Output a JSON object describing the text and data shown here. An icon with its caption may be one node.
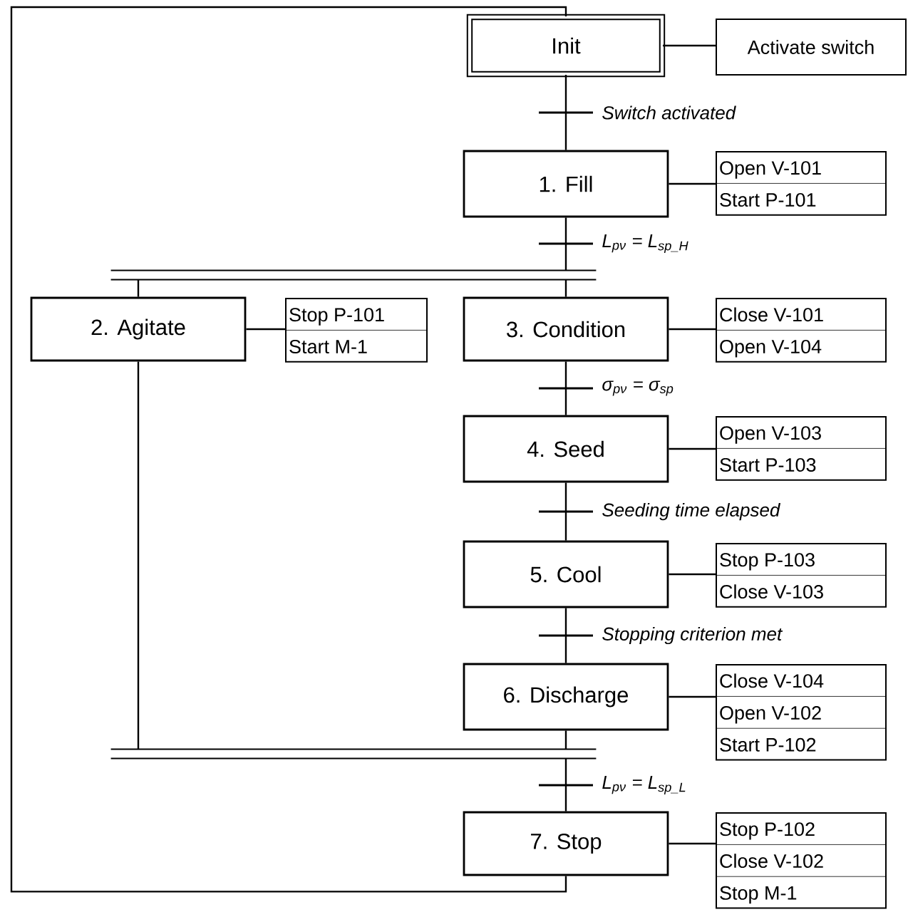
{
  "diagram": {
    "nodes": [
      {
        "text": [
          "Init"
        ]
      },
      {
        "text": [
          "Activate switch"
        ]
      },
      {
        "text": [
          "1. Fill"
        ]
      },
      {
        "text": [
          "Open V-101",
          "Start P-101"
        ]
      },
      {
        "text": [],
        "shape": "bar"
      },
      {
        "text": [
          "2. Agitate"
        ]
      },
      {
        "text": [
          "Stop P-101",
          "Start M-1"
        ]
      },
      {
        "text": [
          "3. Condition"
        ]
      },
      {
        "text": [
          "Close V-101",
          "Open V-104"
        ]
      },
      {
        "text": [
          "4. Seed"
        ]
      },
      {
        "text": [
          "Open V-103",
          "Start P-103"
        ]
      },
      {
        "text": [
          "5. Cool"
        ]
      },
      {
        "text": [
          "Stop P-103",
          "Close V-103"
        ]
      },
      {
        "text": [
          "6. Discharge"
        ]
      },
      {
        "text": [
          "Close V-104",
          "Open V-102",
          "Start P-102"
        ]
      },
      {
        "text": [],
        "shape": "bar"
      },
      {
        "text": [
          "7. Stop"
        ]
      },
      {
        "text": [
          "Stop P-102",
          "Close V-102",
          "Stop M-1"
        ]
      }
    ],
    "edges": [
      {
        "from": 0,
        "to": 1,
        "arrow": "none"
      },
      {
        "from": 0,
        "to": 2,
        "arrow": "none",
        "label": "Switch activated"
      },
      {
        "from": 2,
        "to": 3,
        "arrow": "none"
      },
      {
        "from": 2,
        "to": 4,
        "arrow": "none",
        "label": "L$_{pν}$ = L$_{sp_H}$"
      },
      {
        "from": 4,
        "to": 5,
        "arrow": "none"
      },
      {
        "from": 4,
        "to": 7,
        "arrow": "none"
      },
      {
        "from": 5,
        "to": 6,
        "arrow": "none"
      },
      {
        "from": 7,
        "to": 8,
        "arrow": "none"
      },
      {
        "from": 7,
        "to": 9,
        "arrow": "none",
        "label": "σ$_{pν}$ = σ$_{sp}$"
      },
      {
        "from": 9,
        "to": 10,
        "arrow": "none"
      },
      {
        "from": 9,
        "to": 11,
        "arrow": "none",
        "label": "Seeding time elapsed"
      },
      {
        "from": 11,
        "to": 12,
        "arrow": "none"
      },
      {
        "from": 11,
        "to": 13,
        "arrow": "none",
        "label": "Stopping criterion met"
      },
      {
        "from": 13,
        "to": 14,
        "arrow": "none"
      },
      {
        "from": 13,
        "to": 15,
        "arrow": "none"
      },
      {
        "from": 5,
        "to": 15,
        "arrow": "none"
      },
      {
        "from": 15,
        "to": 16,
        "arrow": "none",
        "label": "L$_{pν}$ = L$_{sp_L}$"
      },
      {
        "from": 16,
        "to": 17,
        "arrow": "none"
      },
      {
        "from": 16,
        "to": 0,
        "arrow": "none"
      }
    ]
  }
}
